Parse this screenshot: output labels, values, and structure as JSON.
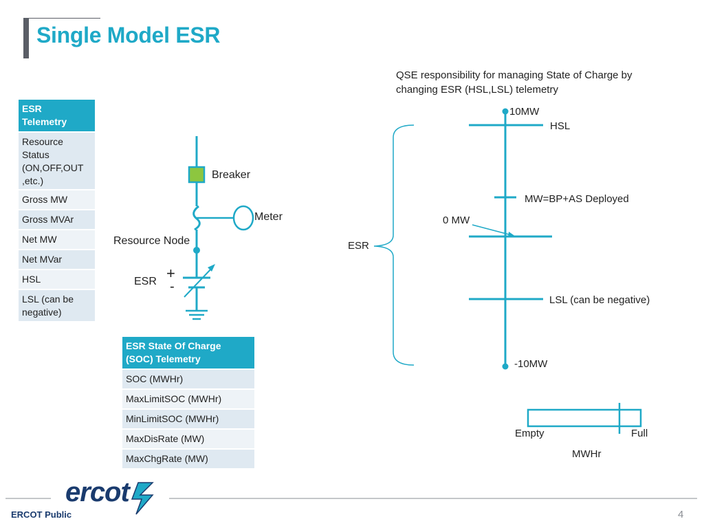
{
  "header": {
    "title": "Single Model ESR"
  },
  "esr_telemetry": {
    "header": "ESR\nTelemetry",
    "rows": [
      "Resource Status (ON,OFF,OUT ,etc.)",
      "Gross MW",
      "Gross MVAr",
      "Net MW",
      "Net MVar",
      "HSL",
      "LSL (can be negative)"
    ]
  },
  "soc_telemetry": {
    "header": "ESR State Of Charge (SOC) Telemetry",
    "rows": [
      "SOC (MWHr)",
      "MaxLimitSOC (MWHr)",
      "MinLimitSOC (MWHr)",
      "MaxDisRate (MW)",
      "MaxChgRate (MW)"
    ]
  },
  "circuit": {
    "breaker": "Breaker",
    "meter": "Meter",
    "resource_node": "Resource Node",
    "esr": "ESR",
    "plus": "+",
    "minus": "-"
  },
  "range_diagram": {
    "note": "QSE responsibility for managing State of Charge by changing ESR (HSL,LSL) telemetry",
    "top": "10MW",
    "hsl": "HSL",
    "deployed": "MW=BP+AS Deployed",
    "zero": "0 MW",
    "esr": "ESR",
    "lsl": "LSL (can be negative)",
    "bottom": "-10MW"
  },
  "soc_bar": {
    "empty": "Empty",
    "full": "Full",
    "unit": "MWHr"
  },
  "footer": {
    "org": "ERCOT Public",
    "logo_text": "ercot",
    "page": "4"
  },
  "colors": {
    "accent": "#1fa9c7",
    "breaker": "#8dc63f",
    "logo": "#1a3b6e"
  }
}
